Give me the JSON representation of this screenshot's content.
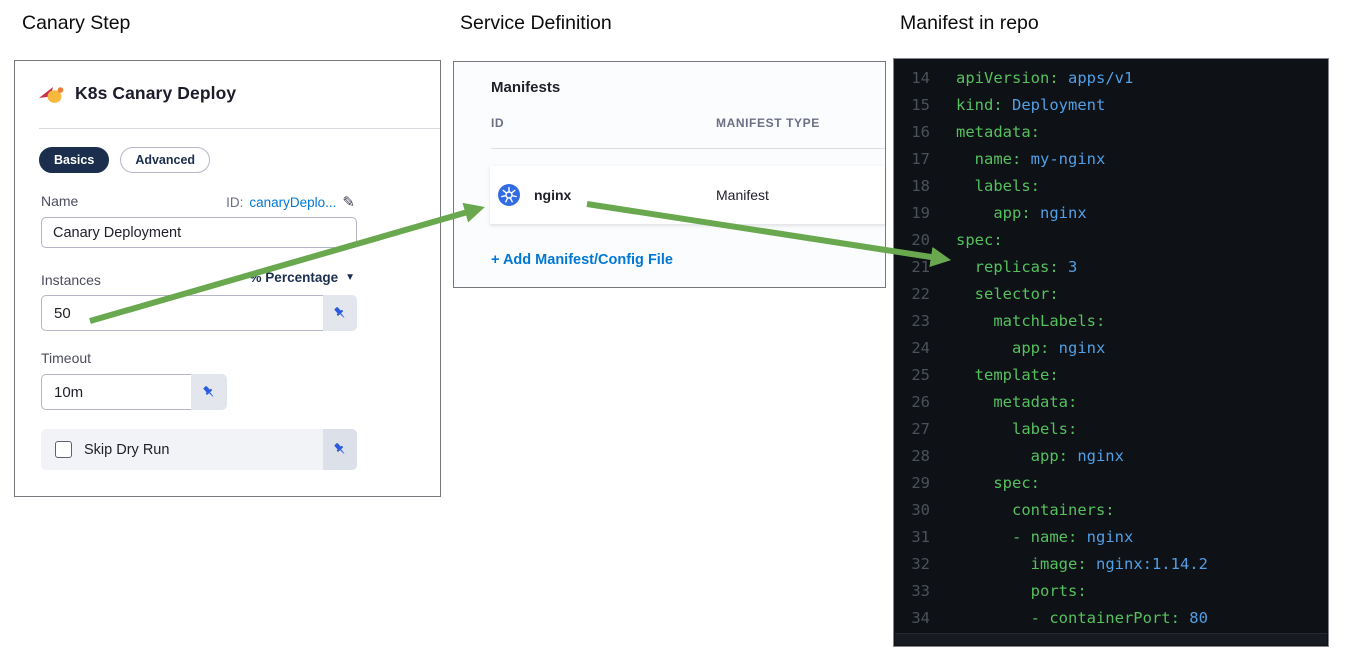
{
  "headings": {
    "canary": "Canary Step",
    "service": "Service Definition",
    "manifest": "Manifest in repo"
  },
  "canary_panel": {
    "title": "K8s Canary Deploy",
    "tabs": [
      {
        "label": "Basics",
        "active": true
      },
      {
        "label": "Advanced",
        "active": false
      }
    ],
    "name_label": "Name",
    "id_prefix": "ID:",
    "id_value": "canaryDeplo...",
    "name_value": "Canary Deployment",
    "instances_label": "Instances",
    "instances_unit": "% Percentage",
    "instances_value": "50",
    "timeout_label": "Timeout",
    "timeout_value": "10m",
    "skip_dry_run_label": "Skip Dry Run",
    "skip_dry_run_checked": false
  },
  "service_panel": {
    "title": "Manifests",
    "columns": [
      "ID",
      "MANIFEST TYPE"
    ],
    "rows": [
      {
        "id": "nginx",
        "type": "Manifest",
        "icon": "kubernetes-icon"
      }
    ],
    "add_link": "+ Add Manifest/Config File"
  },
  "code_panel": {
    "language": "yaml",
    "lines": [
      {
        "num": 14,
        "key": "apiVersion:",
        "value": " apps/v1"
      },
      {
        "num": 15,
        "key": "kind:",
        "value": " Deployment"
      },
      {
        "num": 16,
        "key": "metadata:",
        "value": ""
      },
      {
        "num": 17,
        "key": "  name:",
        "value": " my-nginx"
      },
      {
        "num": 18,
        "key": "  labels:",
        "value": ""
      },
      {
        "num": 19,
        "key": "    app:",
        "value": " nginx"
      },
      {
        "num": 20,
        "key": "spec:",
        "value": ""
      },
      {
        "num": 21,
        "key": "  replicas:",
        "value": " 3"
      },
      {
        "num": 22,
        "key": "  selector:",
        "value": ""
      },
      {
        "num": 23,
        "key": "    matchLabels:",
        "value": ""
      },
      {
        "num": 24,
        "key": "      app:",
        "value": " nginx"
      },
      {
        "num": 25,
        "key": "  template:",
        "value": ""
      },
      {
        "num": 26,
        "key": "    metadata:",
        "value": ""
      },
      {
        "num": 27,
        "key": "      labels:",
        "value": ""
      },
      {
        "num": 28,
        "key": "        app:",
        "value": " nginx"
      },
      {
        "num": 29,
        "key": "    spec:",
        "value": ""
      },
      {
        "num": 30,
        "key": "      containers:",
        "value": ""
      },
      {
        "num": 31,
        "key": "      - name:",
        "value": " nginx"
      },
      {
        "num": 32,
        "key": "        image:",
        "value": " nginx:1.14.2"
      },
      {
        "num": 33,
        "key": "        ports:",
        "value": ""
      },
      {
        "num": 34,
        "key": "        - containerPort:",
        "value": " 80"
      }
    ]
  },
  "colors": {
    "accent_blue": "#0278d5",
    "tab_navy": "#1b2e4e",
    "arrow_green": "#6aa84f",
    "pin_blue": "#2a5cdd",
    "kubernetes_blue": "#326ce5",
    "code_background": "#0e1116",
    "code_key_green": "#55c05e",
    "code_value_blue": "#519fe5",
    "code_line_number": "#4c5059"
  },
  "icons": {
    "panel_title": "canary-bird-icon",
    "id_edit": "pencil-icon",
    "instances_unit": "chevron-down-icon",
    "field_pin": "pin-icon",
    "manifest_row": "kubernetes-icon"
  }
}
